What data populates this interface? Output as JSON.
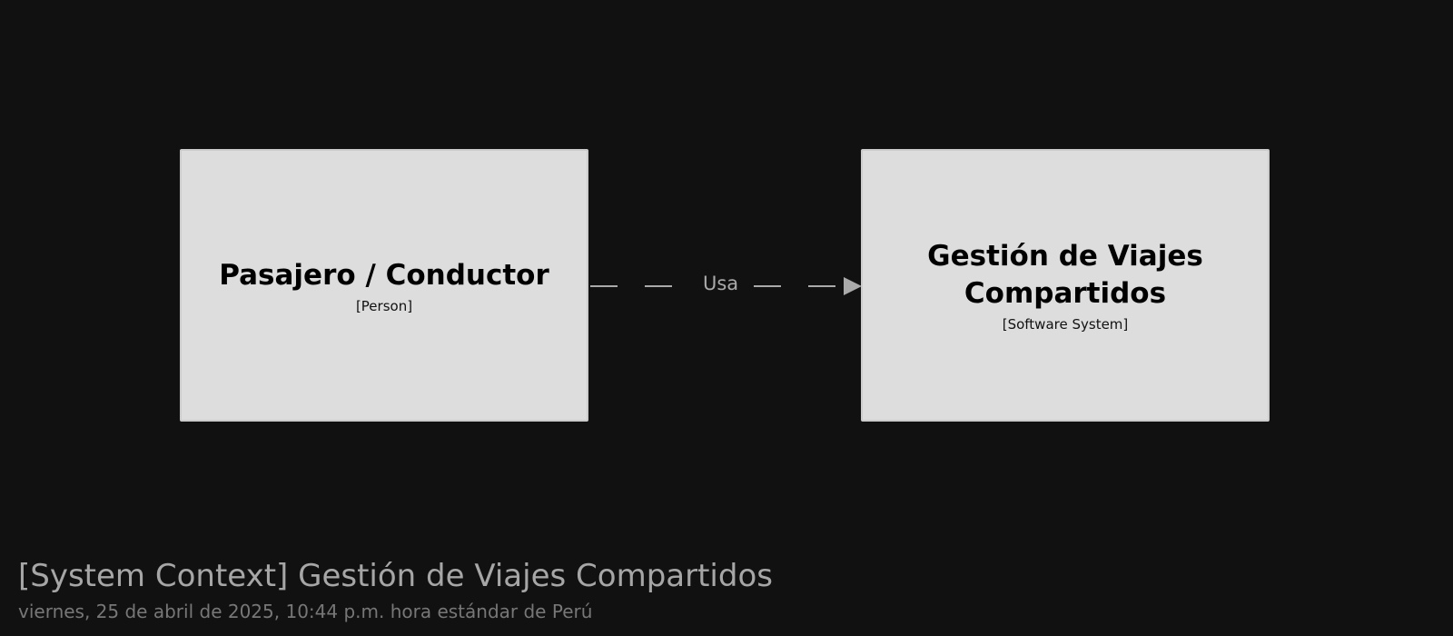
{
  "diagram": {
    "theme": {
      "background": "#111111",
      "node_fill": "#dddddd",
      "node_border": "#cccccc",
      "edge_color": "#aaaaaa",
      "title_color": "#a6a6a6",
      "subtitle_color": "#777777"
    },
    "nodes": [
      {
        "id": "person",
        "name": "Pasajero / Conductor",
        "type": "[Person]"
      },
      {
        "id": "system",
        "name": "Gestión de Viajes Compartidos",
        "type": "[Software System]"
      }
    ],
    "edges": [
      {
        "from": "person",
        "to": "system",
        "label": "Usa",
        "style": "dashed"
      }
    ],
    "title": "[System Context] Gestión de Viajes Compartidos",
    "subtitle": "viernes, 25 de abril de 2025, 10:44 p.m. hora estándar de Perú"
  }
}
